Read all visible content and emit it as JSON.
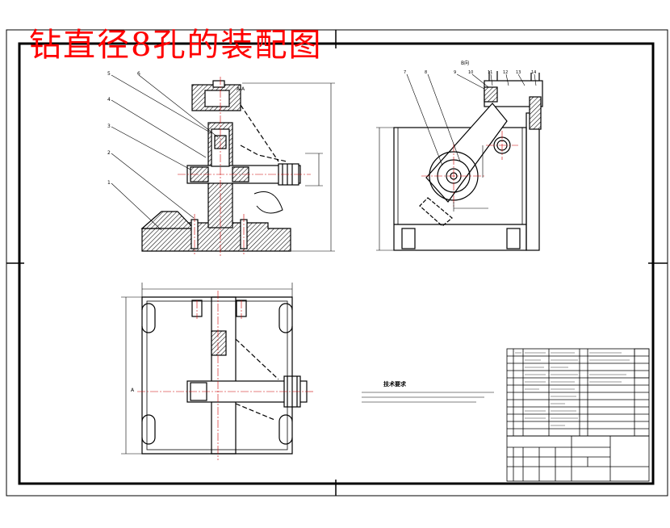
{
  "title": "钻直径8孔的装配图",
  "colors": {
    "title": "#ff0000",
    "lines": "#000000",
    "centerline": "#cc0000"
  },
  "views": {
    "front": {
      "section_label": "A-A",
      "leaders": [
        "5",
        "6",
        "4",
        "3",
        "2",
        "1"
      ]
    },
    "side": {
      "view_label": "B向",
      "leaders": [
        "7",
        "8",
        "9",
        "10",
        "11",
        "12",
        "13",
        "14"
      ]
    },
    "top": {
      "label": "A"
    }
  },
  "tech_requirements": {
    "heading": "技术要求"
  }
}
